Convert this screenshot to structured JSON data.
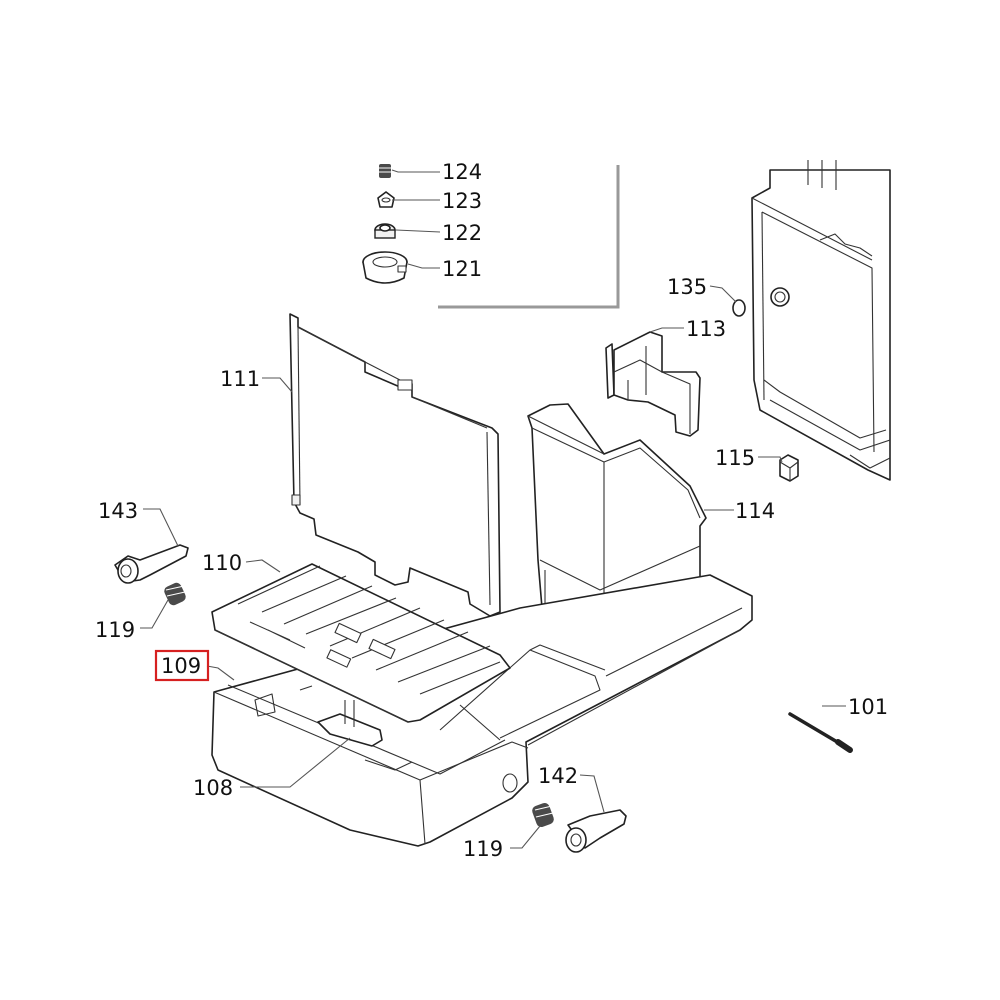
{
  "labels": {
    "l124": "124",
    "l123": "123",
    "l122": "122",
    "l121": "121",
    "l135": "135",
    "l113": "113",
    "l111": "111",
    "l115": "115",
    "l143": "143",
    "l114": "114",
    "l110": "110",
    "l119a": "119",
    "l109": "109",
    "l101": "101",
    "l142": "142",
    "l108": "108",
    "l119b": "119"
  },
  "highlight": {
    "part": "109",
    "color": "#d62020"
  },
  "colors": {
    "line": "#222222",
    "leader": "#555555",
    "frame": "#999999"
  }
}
